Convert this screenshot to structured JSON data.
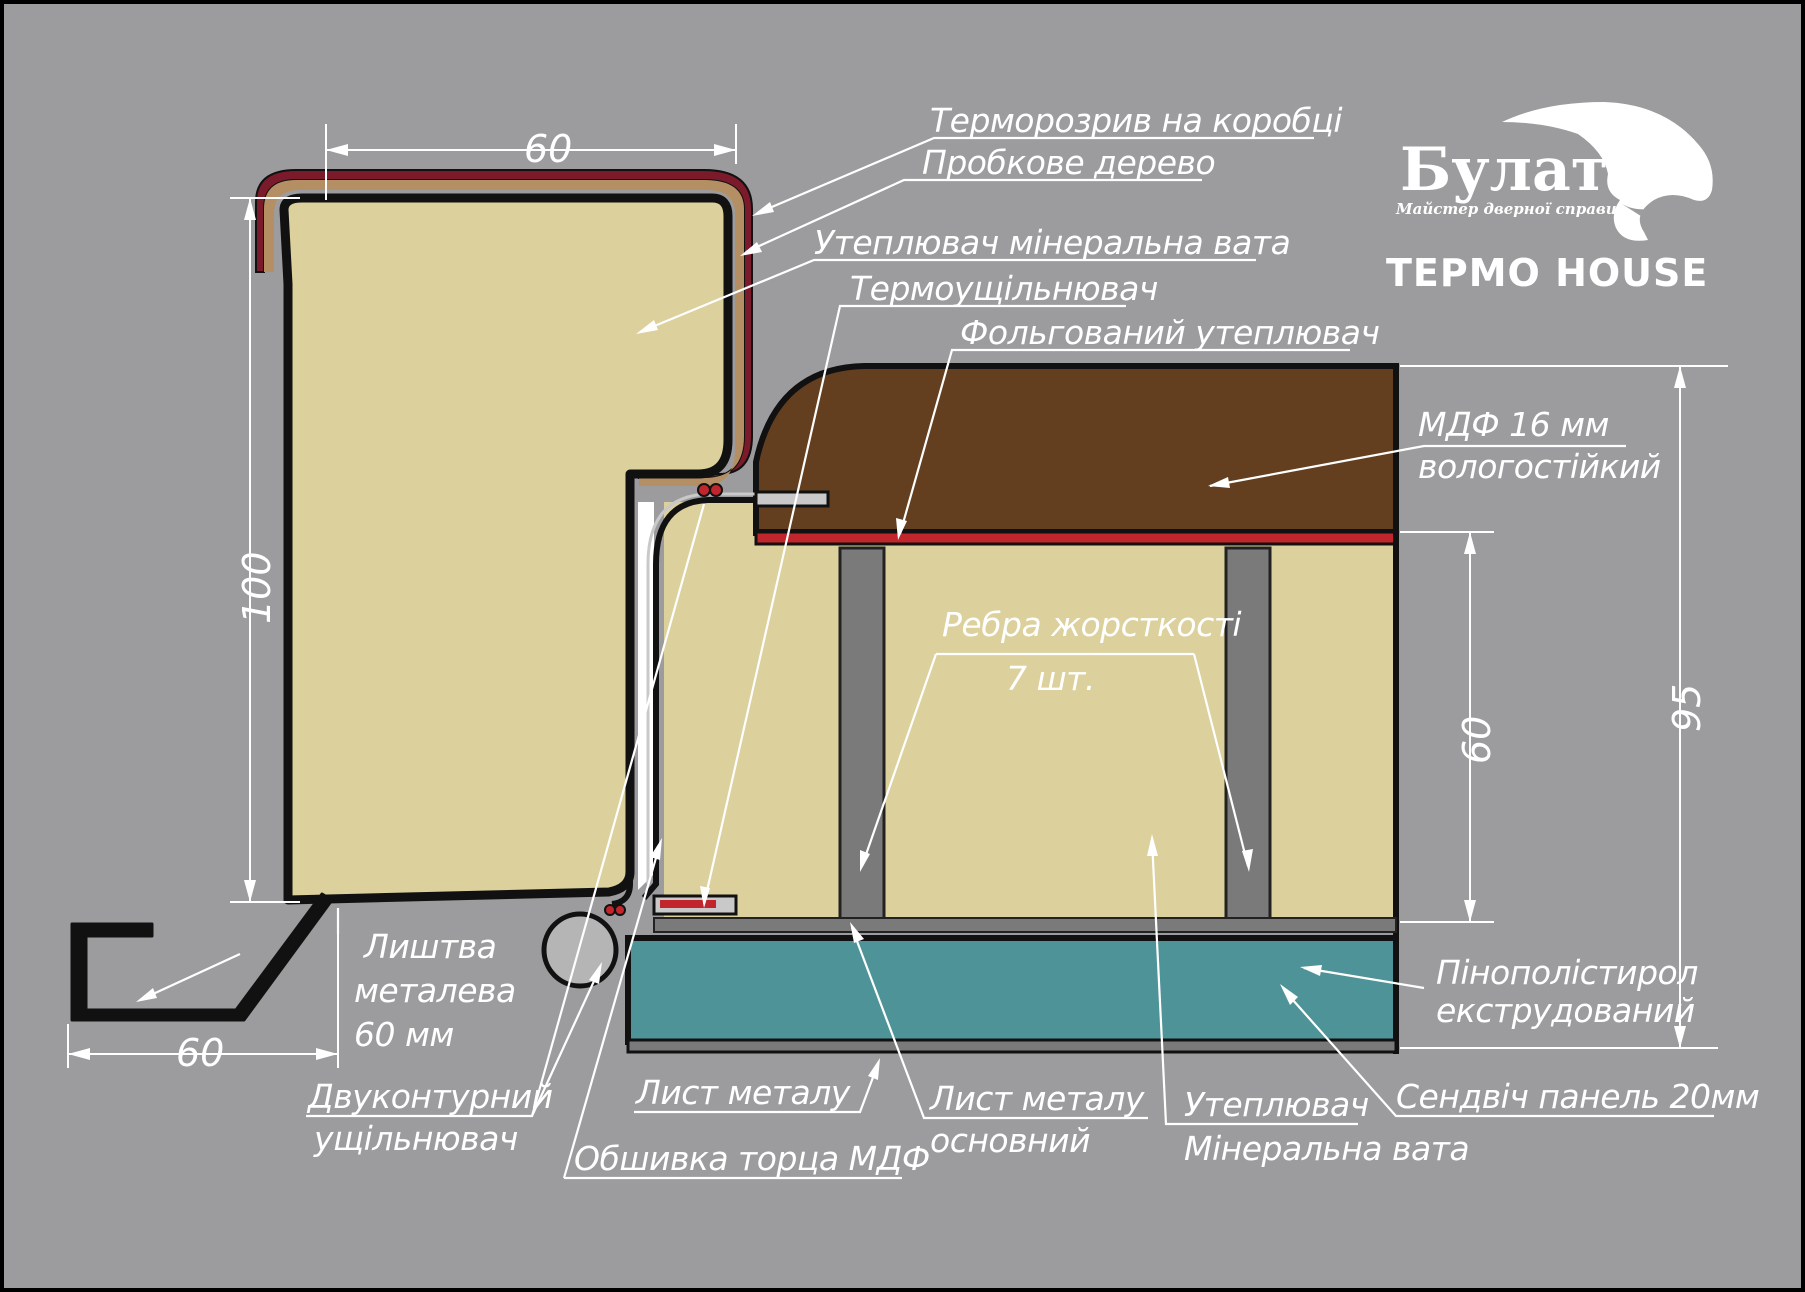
{
  "brand": {
    "name": "Булат",
    "tagline": "Майстер дверної справи",
    "product": "TEPMO HOUSE"
  },
  "colors": {
    "background": "#9c9c9e",
    "mineral_wool": "#dcd09d",
    "mdf": "#633f1f",
    "foil_strip": "#c0262c",
    "thermal_break": "#7a1a2a",
    "cork": "#b58f64",
    "xps_foam": "#4e9397",
    "steel": "#7a7a7a",
    "outline": "#111111"
  },
  "labels": {
    "thermal_break_frame": "Терморозрив на коробці",
    "cork_wood": "Пробкове дерево",
    "insulation_mineral_wool": "Утеплювач мінеральна вата",
    "thermal_seal": "Термоущільнювач",
    "foil_insulation": "Фольгований утеплювач",
    "mdf_line1": "МДФ 16 мм",
    "mdf_line2": "вологостійкий",
    "ribs_line1": "Ребра жорсткості",
    "ribs_line2": "7 шт.",
    "xps_line1": "Пінополістирол",
    "xps_line2": "екструдований",
    "trim_line1": "Лиштва",
    "trim_line2": "металева",
    "trim_line3": "60 мм",
    "double_seal_line1": "Двуконтурний",
    "double_seal_line2": "ущільнювач",
    "metal_sheet": "Лист металу",
    "mdf_edge_cover": "Обшивка торца МДФ",
    "main_metal_line1": "Лист металу",
    "main_metal_line2": "основний",
    "insulation2_line1": "Утеплювач",
    "insulation2_line2": "Мінеральна вата",
    "sandwich_panel": "Сендвіч панель 20мм"
  },
  "dimensions": {
    "frame_width": "60",
    "frame_height": "100",
    "trim_width": "60",
    "leaf_inner": "60",
    "leaf_total": "95"
  }
}
